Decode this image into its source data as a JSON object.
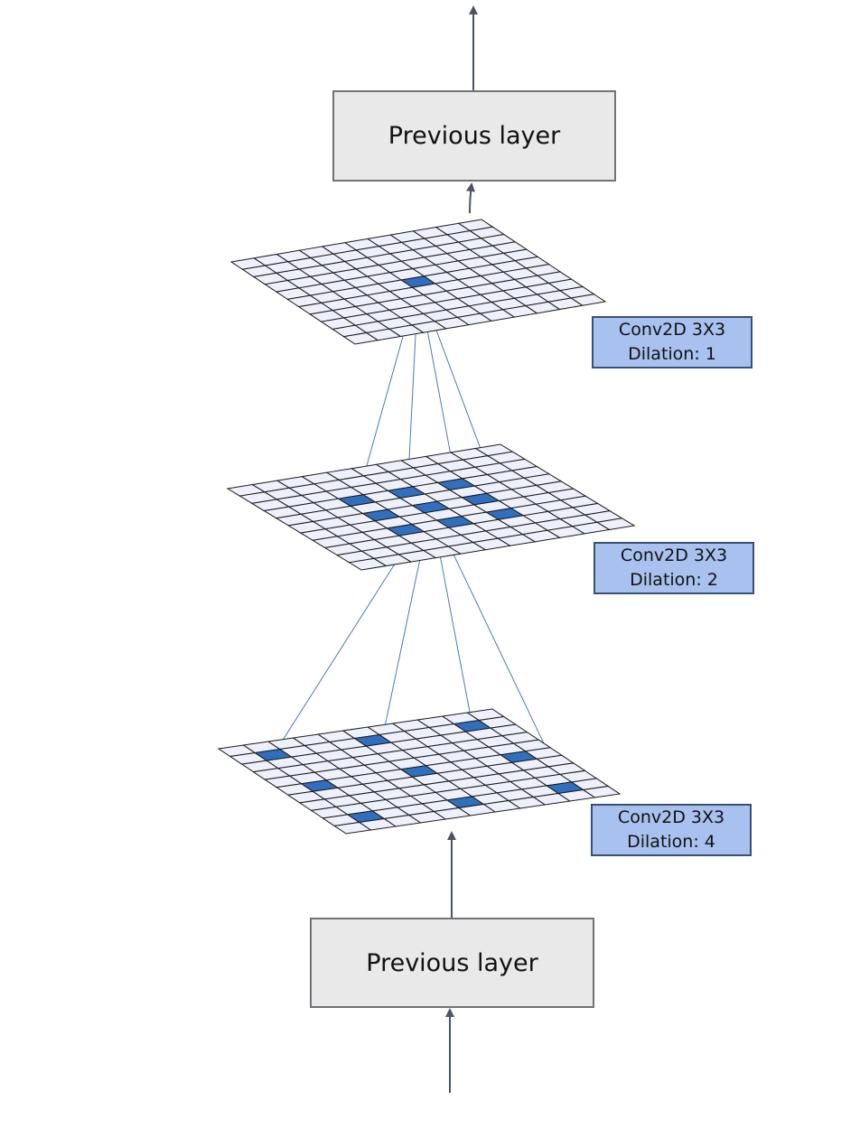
{
  "top_layer": {
    "label": "Previous layer"
  },
  "bottom_layer": {
    "label": "Previous layer"
  },
  "conv_layers": [
    {
      "name": "Conv2D 3X3",
      "dilation_text": "Dilation: 1",
      "dilation": 1
    },
    {
      "name": "Conv2D 3X3",
      "dilation_text": "Dilation: 2",
      "dilation": 2
    },
    {
      "name": "Conv2D 3X3",
      "dilation_text": "Dilation: 4",
      "dilation": 4
    }
  ],
  "grid_size": 11,
  "colors": {
    "cell_fill": "#eef0fb",
    "cell_highlight": "#2f6fbe",
    "grid_line": "#1a1a1a",
    "connector": "#4a78c4",
    "arrow": "#4a5563"
  }
}
